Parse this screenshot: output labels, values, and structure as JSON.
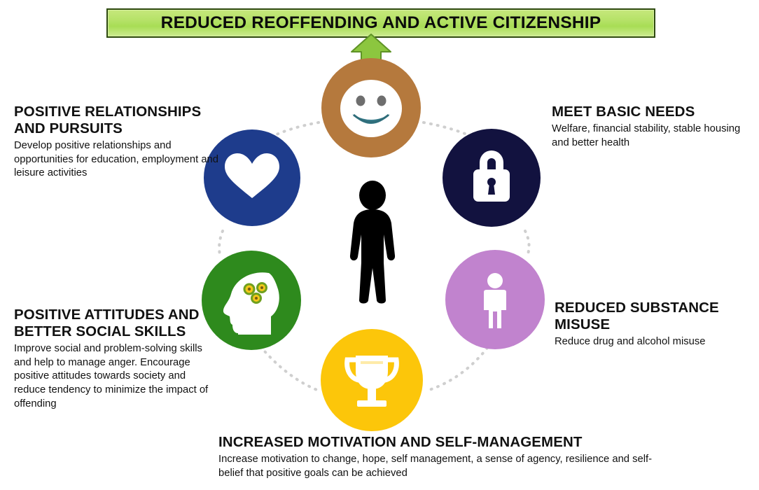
{
  "banner": {
    "title": "REDUCED REOFFENDING AND ACTIVE CITIZENSHIP",
    "fill_color": "#b6e268",
    "border_color": "#2e4a0f"
  },
  "center": {
    "icon": "person-silhouette-icon",
    "color": "#000000"
  },
  "arrow": {
    "icon": "up-arrow-icon",
    "color": "#8cc63f"
  },
  "nodes": [
    {
      "id": "top",
      "icon": "smiley-face-icon",
      "color": "#b5793d"
    },
    {
      "id": "left-upper",
      "icon": "heart-icon",
      "color": "#1e3c8c"
    },
    {
      "id": "right-upper",
      "icon": "padlock-icon",
      "color": "#12123f"
    },
    {
      "id": "left-lower",
      "icon": "head-with-flowers-icon",
      "color": "#2e8a1d"
    },
    {
      "id": "right-lower",
      "icon": "person-figure-icon",
      "color": "#c183ce"
    },
    {
      "id": "bottom",
      "icon": "trophy-icon",
      "color": "#fcc60a"
    }
  ],
  "blocks": {
    "relationships": {
      "heading": "POSITIVE RELATIONSHIPS AND PURSUITS",
      "body": "Develop positive relationships and opportunities for education, employment and leisure activities"
    },
    "basic_needs": {
      "heading": "MEET BASIC NEEDS",
      "body": "Welfare, financial stability, stable housing and better health"
    },
    "attitudes": {
      "heading": "POSITIVE ATTITUDES AND BETTER SOCIAL SKILLS",
      "body": "Improve social and problem-solving skills and help to manage anger. Encourage positive attitudes towards society and reduce tendency to minimize the impact of offending"
    },
    "substance": {
      "heading": "REDUCED SUBSTANCE MISUSE",
      "body": "Reduce drug and alcohol misuse"
    },
    "motivation": {
      "heading": "INCREASED MOTIVATION AND SELF-MANAGEMENT",
      "body": "Increase motivation to change, hope, self management, a sense of agency, resilience and self-belief that positive goals can be achieved"
    }
  },
  "connectors": {
    "style": "dotted",
    "color": "#cfcfcf"
  }
}
